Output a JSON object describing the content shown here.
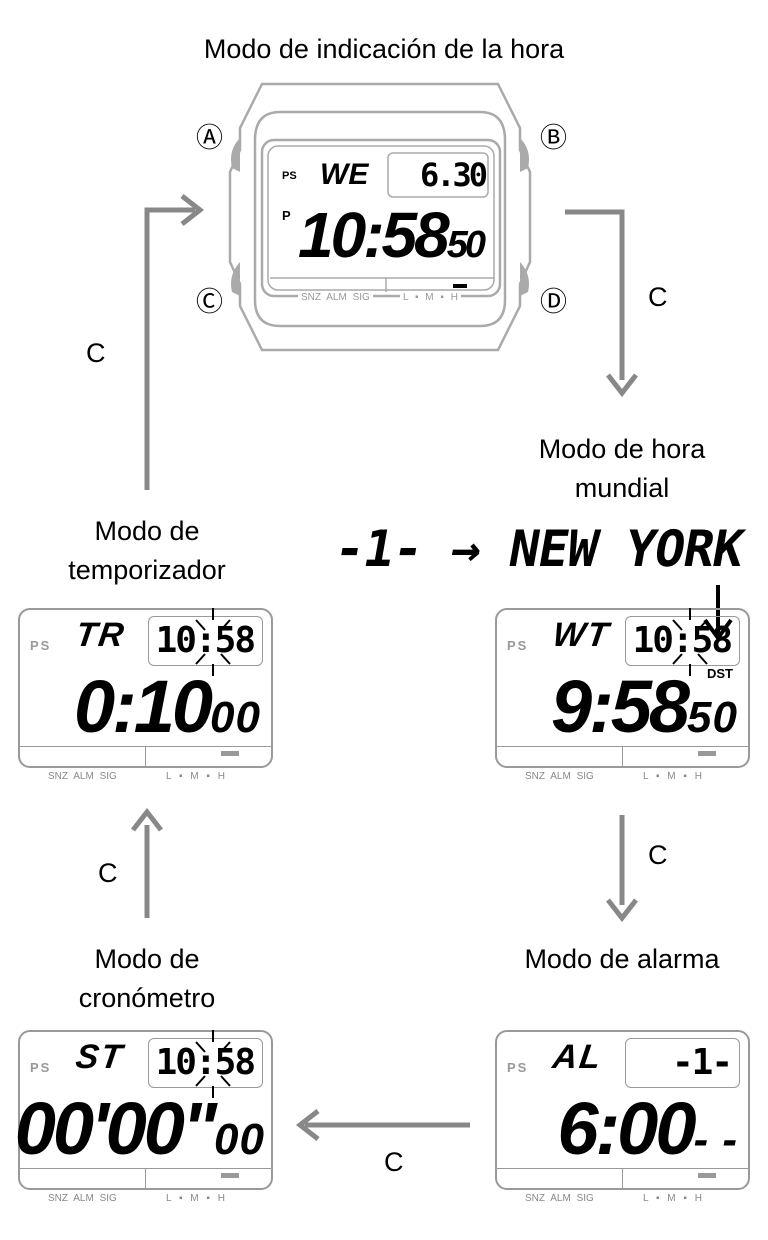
{
  "titles": {
    "timekeeping": "Modo de indicación de la hora",
    "world_time_1": "Modo de hora",
    "world_time_2": "mundial",
    "timer_1": "Modo de",
    "timer_2": "temporizador",
    "alarm": "Modo de alarma",
    "stopwatch_1": "Modo de",
    "stopwatch_2": "cronómetro"
  },
  "button_labels": {
    "a": "Ⓐ",
    "b": "Ⓑ",
    "c": "Ⓒ",
    "d": "Ⓓ"
  },
  "arrow_label": "C",
  "city_sequence": {
    "code": "-1-",
    "arrow": "→",
    "city": "NEW YORK"
  },
  "lcd_common": {
    "ps": "PS",
    "labels_left": "SNZ ALM SIG",
    "labels_right": "L ▪ M ▪ H"
  },
  "timekeeping_lcd": {
    "mode": "WE",
    "sub": "6.30",
    "pm": "P",
    "main": "10:58",
    "sec": "50"
  },
  "world_lcd": {
    "mode": "WT",
    "sub": "10:58",
    "dst": "DST",
    "main": "9:58",
    "sec": "50"
  },
  "timer_lcd": {
    "mode": "TR",
    "sub": "10:58",
    "main": "0:10",
    "sec": "00"
  },
  "alarm_lcd": {
    "mode": "AL",
    "sub": "-1-",
    "main": "6:00",
    "sec": "- -"
  },
  "stopwatch_lcd": {
    "mode": "ST",
    "sub": "10:58",
    "main": "00'00\"",
    "sec": "00"
  },
  "colors": {
    "arrow": "#888888",
    "outline": "#999999"
  }
}
